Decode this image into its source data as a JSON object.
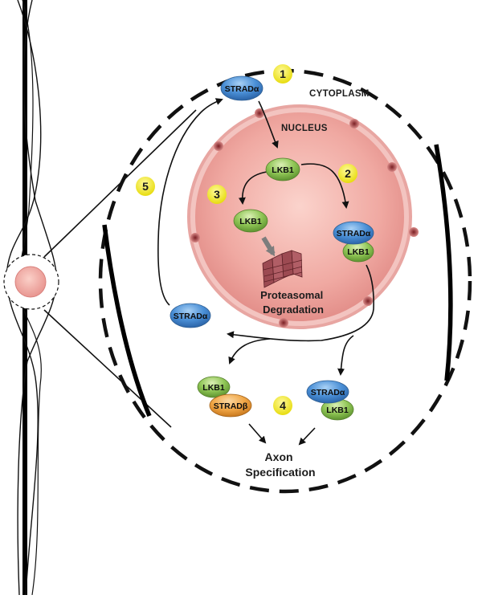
{
  "regions": {
    "cytoplasm": "CYTOPLASM",
    "nucleus": "NUCLEUS"
  },
  "proteins": {
    "strad_top": "STRADα",
    "lkb1_center": "LKB1",
    "lkb1_degraded": "LKB1",
    "complex_nuclear_strad": "STRADα",
    "complex_nuclear_lkb1": "LKB1",
    "strad_free": "STRADα",
    "complex_beta_lkb1": "LKB1",
    "complex_beta_strad": "STRADβ",
    "complex_alpha_strad": "STRADα",
    "complex_alpha_lkb1": "LKB1"
  },
  "steps": [
    "1",
    "2",
    "3",
    "4",
    "5"
  ],
  "labels": {
    "degradation_line1": "Proteasomal",
    "degradation_line2": "Degradation",
    "outcome_line1": "Axon",
    "outcome_line2": "Specification"
  },
  "colors": {
    "strad_alpha": "#4a8fd6",
    "lkb1": "#8fc555",
    "strad_beta": "#f0a646",
    "nucleus": "#eba09c",
    "nuclear_pore": "#9a3a3a",
    "step_marker": "#f2ea1c",
    "proteasome": "#a0545a"
  }
}
